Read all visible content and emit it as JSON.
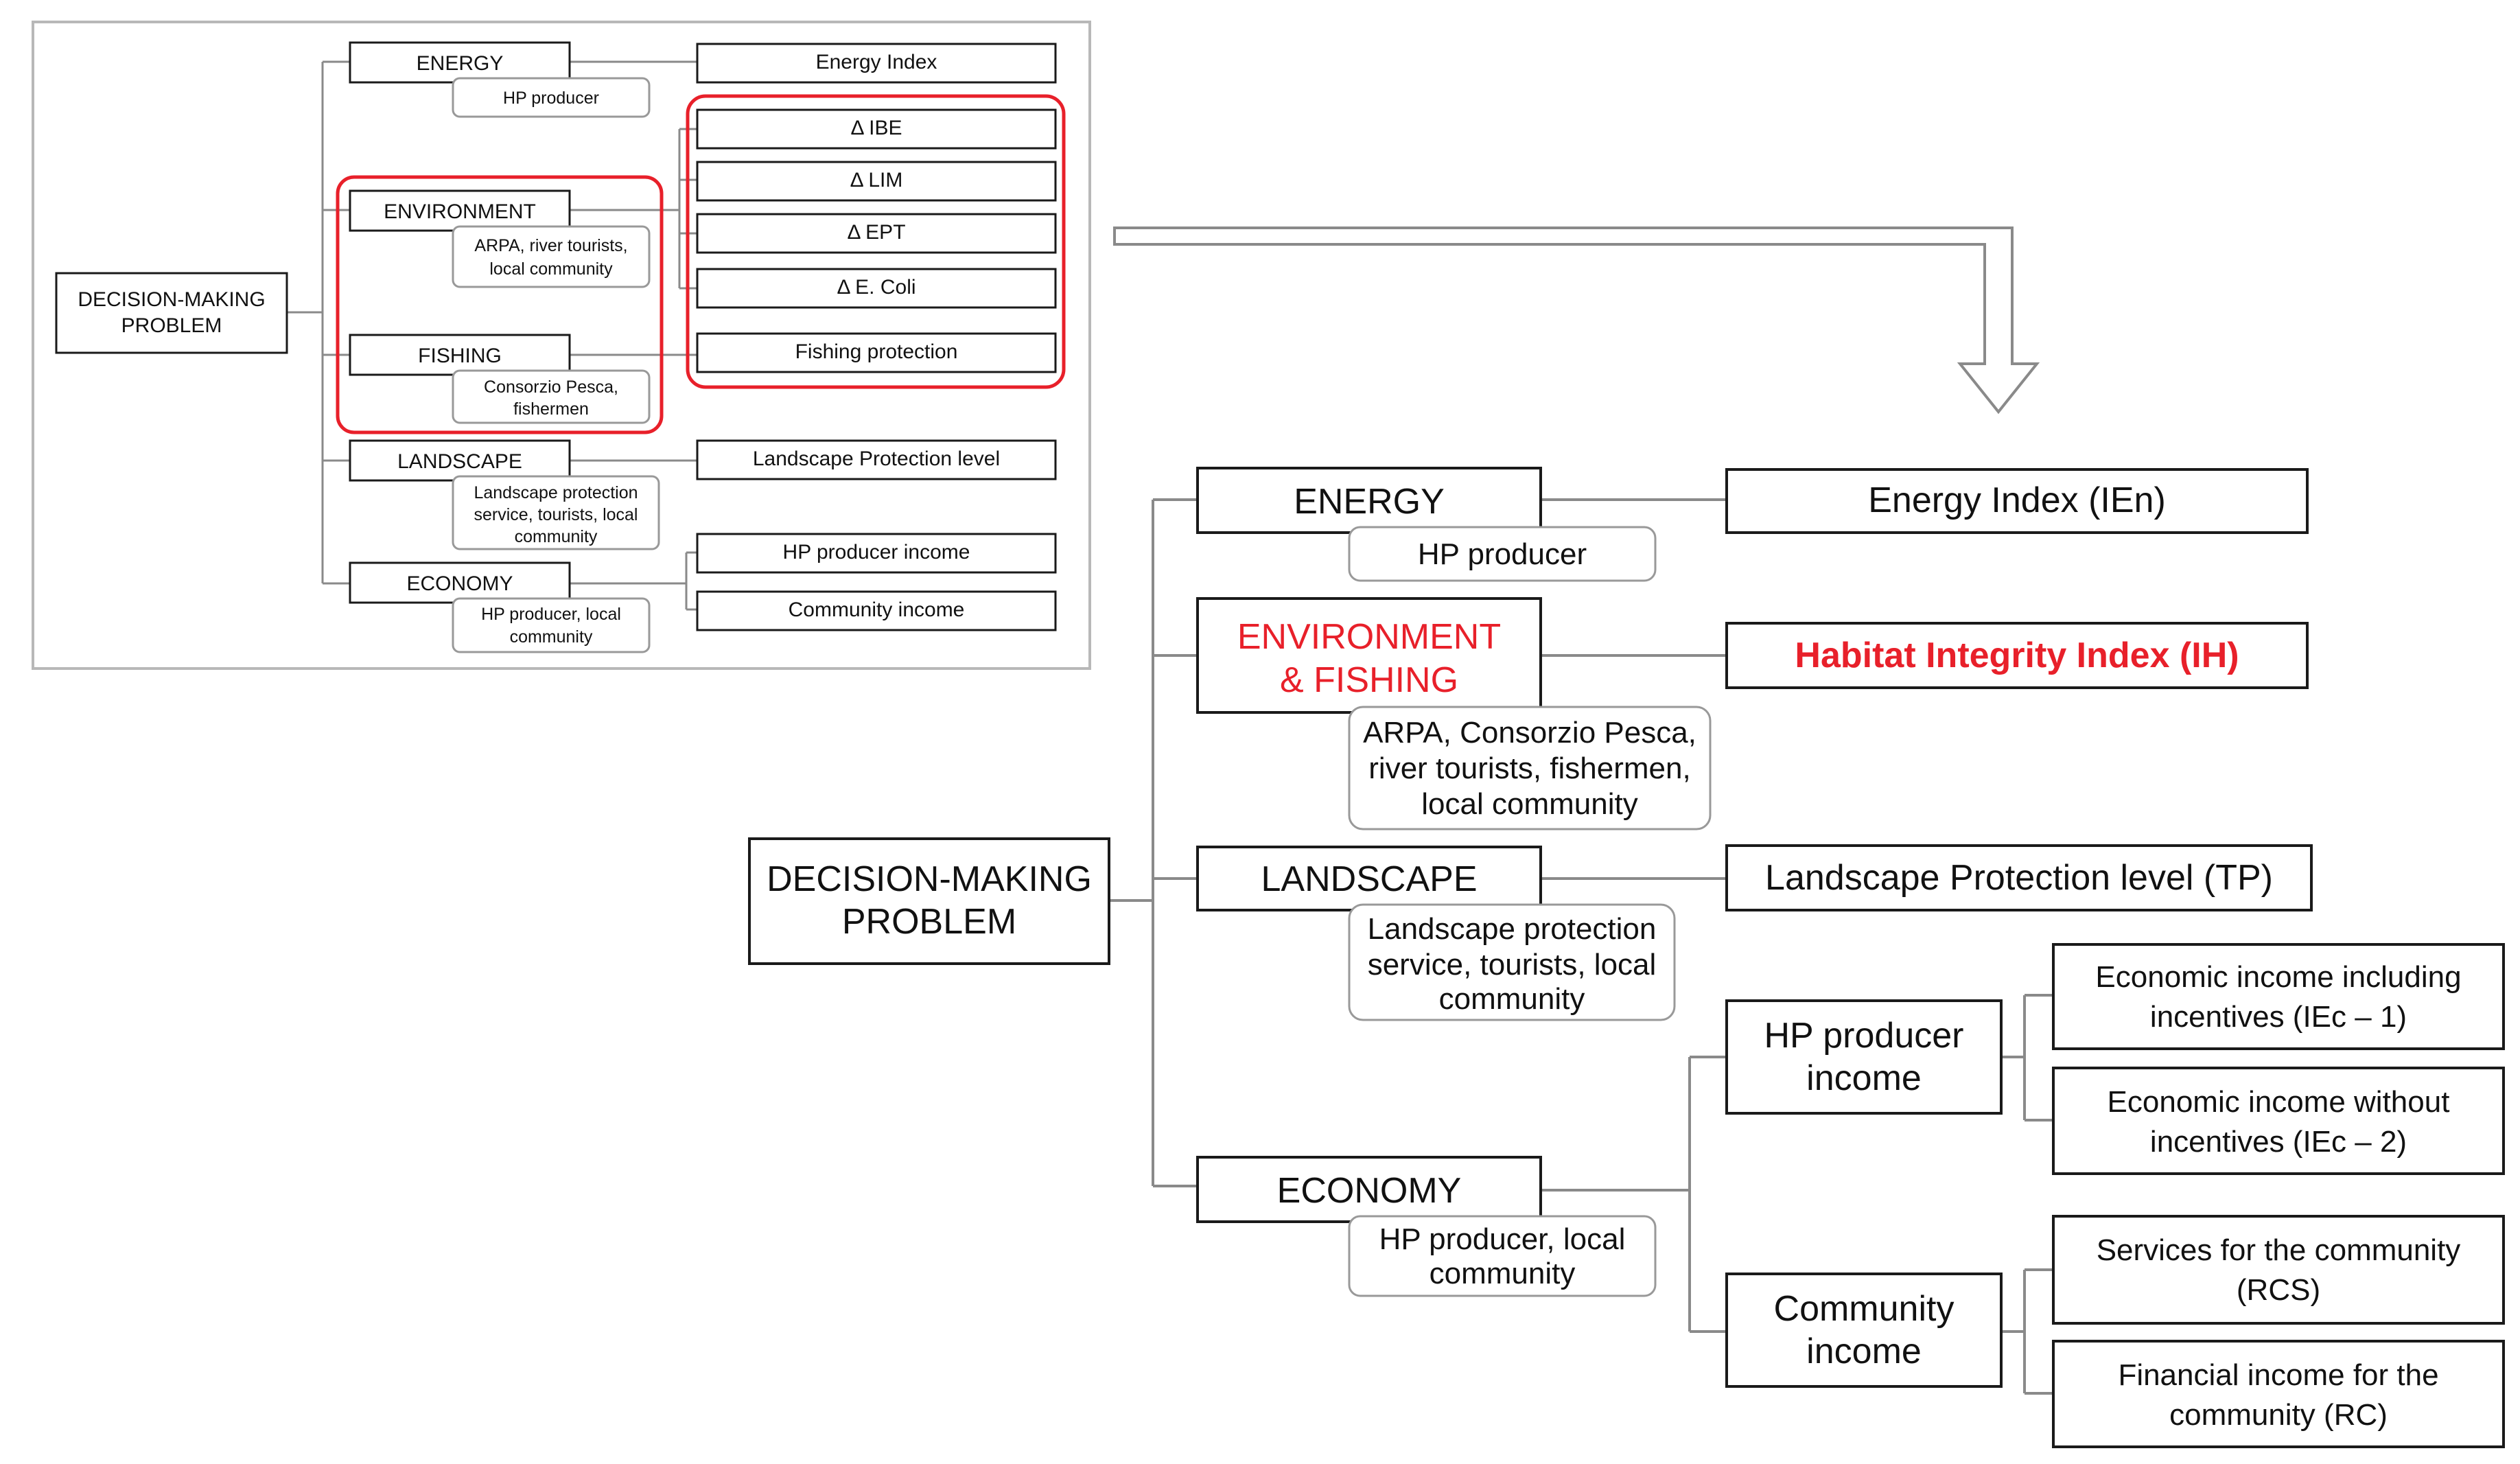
{
  "inset": {
    "root": [
      "DECISION-MAKING",
      "PROBLEM"
    ],
    "categories": [
      {
        "label": "ENERGY",
        "stakeholders": [
          "HP producer"
        ]
      },
      {
        "label": "ENVIRONMENT",
        "stakeholders": [
          "ARPA, river tourists,",
          "local community"
        ]
      },
      {
        "label": "FISHING",
        "stakeholders": [
          "Consorzio Pesca,",
          "fishermen"
        ]
      },
      {
        "label": "LANDSCAPE",
        "stakeholders": [
          "Landscape protection",
          "service, tourists, local",
          "community"
        ]
      },
      {
        "label": "ECONOMY",
        "stakeholders": [
          "HP producer, local",
          "community"
        ]
      }
    ],
    "indicators": [
      "Energy Index",
      "Δ IBE",
      "Δ LIM",
      "Δ EPT",
      "Δ E. Coli",
      "Fishing protection",
      "Landscape Protection level",
      "HP producer income",
      "Community income"
    ]
  },
  "main": {
    "root": [
      "DECISION-MAKING",
      "PROBLEM"
    ],
    "energy": {
      "label": "ENERGY",
      "stakeholders": [
        "HP producer"
      ],
      "indicator": "Energy Index  (IEn)"
    },
    "envfish": {
      "label": [
        "ENVIRONMENT",
        "& FISHING"
      ],
      "stakeholders": [
        "ARPA, Consorzio Pesca,",
        "river tourists, fishermen,",
        "local community"
      ],
      "indicator": "Habitat Integrity Index  (IH)"
    },
    "landscape": {
      "label": "LANDSCAPE",
      "stakeholders": [
        "Landscape  protection",
        "service, tourists, local",
        "community"
      ],
      "indicator": "Landscape Protection level  (TP)"
    },
    "economy": {
      "label": "ECONOMY",
      "stakeholders": [
        "HP producer, local",
        "community"
      ]
    },
    "hp_income": {
      "label": [
        "HP producer",
        "income"
      ],
      "children": [
        [
          "Economic income including",
          "incentives  (IEc – 1)"
        ],
        [
          "Economic income without",
          "incentives  (IEc – 2)"
        ]
      ]
    },
    "community_income": {
      "label": [
        "Community",
        "income"
      ],
      "children": [
        [
          "Services for the community",
          "(RCS)"
        ],
        [
          "Financial income for the",
          "community (RC)"
        ]
      ]
    }
  },
  "colors": {
    "highlight": "#e8202a",
    "connector": "#8a8a8a",
    "border": "#1a1a1a"
  }
}
